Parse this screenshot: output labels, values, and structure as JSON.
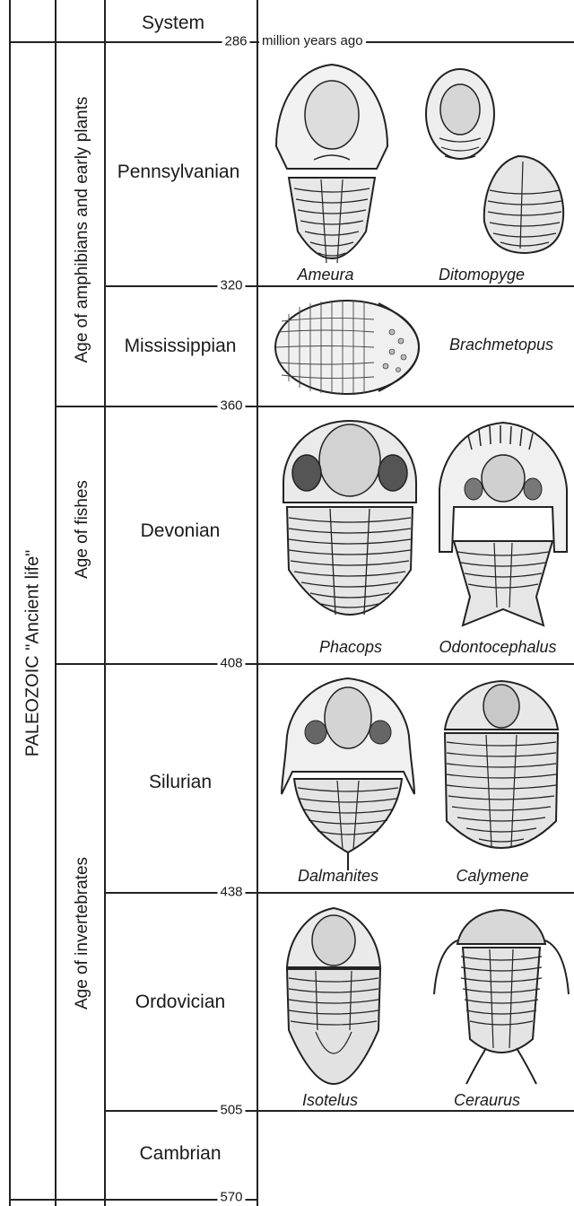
{
  "header": {
    "system_label": "System",
    "unit_label": "million years ago",
    "top_value": "286"
  },
  "era": {
    "label": "PALEOZOIC \"Ancient life\""
  },
  "ages": [
    {
      "label": "Age of amphibians and early plants"
    },
    {
      "label": "Age of fishes"
    },
    {
      "label": "Age of invertebrates"
    }
  ],
  "systems": [
    {
      "name": "Pennsylvanian"
    },
    {
      "name": "Mississippian"
    },
    {
      "name": "Devonian"
    },
    {
      "name": "Silurian"
    },
    {
      "name": "Ordovician"
    },
    {
      "name": "Cambrian"
    }
  ],
  "boundaries": [
    "320",
    "360",
    "408",
    "438",
    "505",
    "570"
  ],
  "fossils": [
    {
      "name": "Ameura"
    },
    {
      "name": "Ditomopyge"
    },
    {
      "name": "Brachmetopus"
    },
    {
      "name": "Phacops"
    },
    {
      "name": "Odontocephalus"
    },
    {
      "name": "Dalmanites"
    },
    {
      "name": "Calymene"
    },
    {
      "name": "Isotelus"
    },
    {
      "name": "Ceraurus"
    }
  ]
}
